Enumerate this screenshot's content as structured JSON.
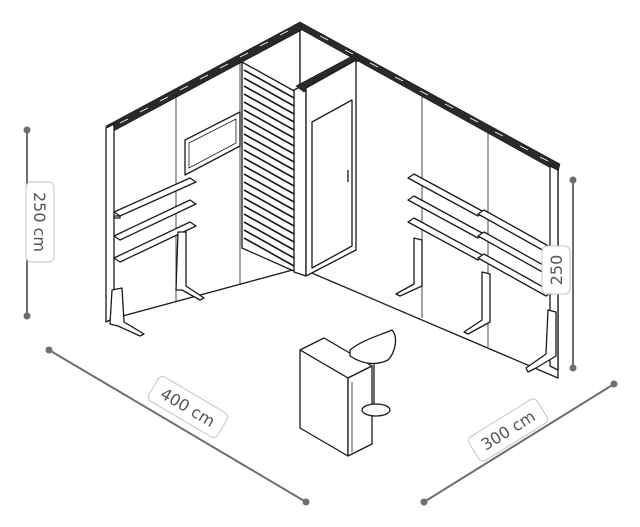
{
  "dimensions": {
    "height_left": "250 cm",
    "height_right": "250",
    "width_front": "400 cm",
    "depth_side": "300 cm"
  },
  "colors": {
    "ink": "#1a1a1a",
    "dimension_line": "#6e6e6e",
    "label_border": "#c4c4c4",
    "label_text": "#555555"
  }
}
